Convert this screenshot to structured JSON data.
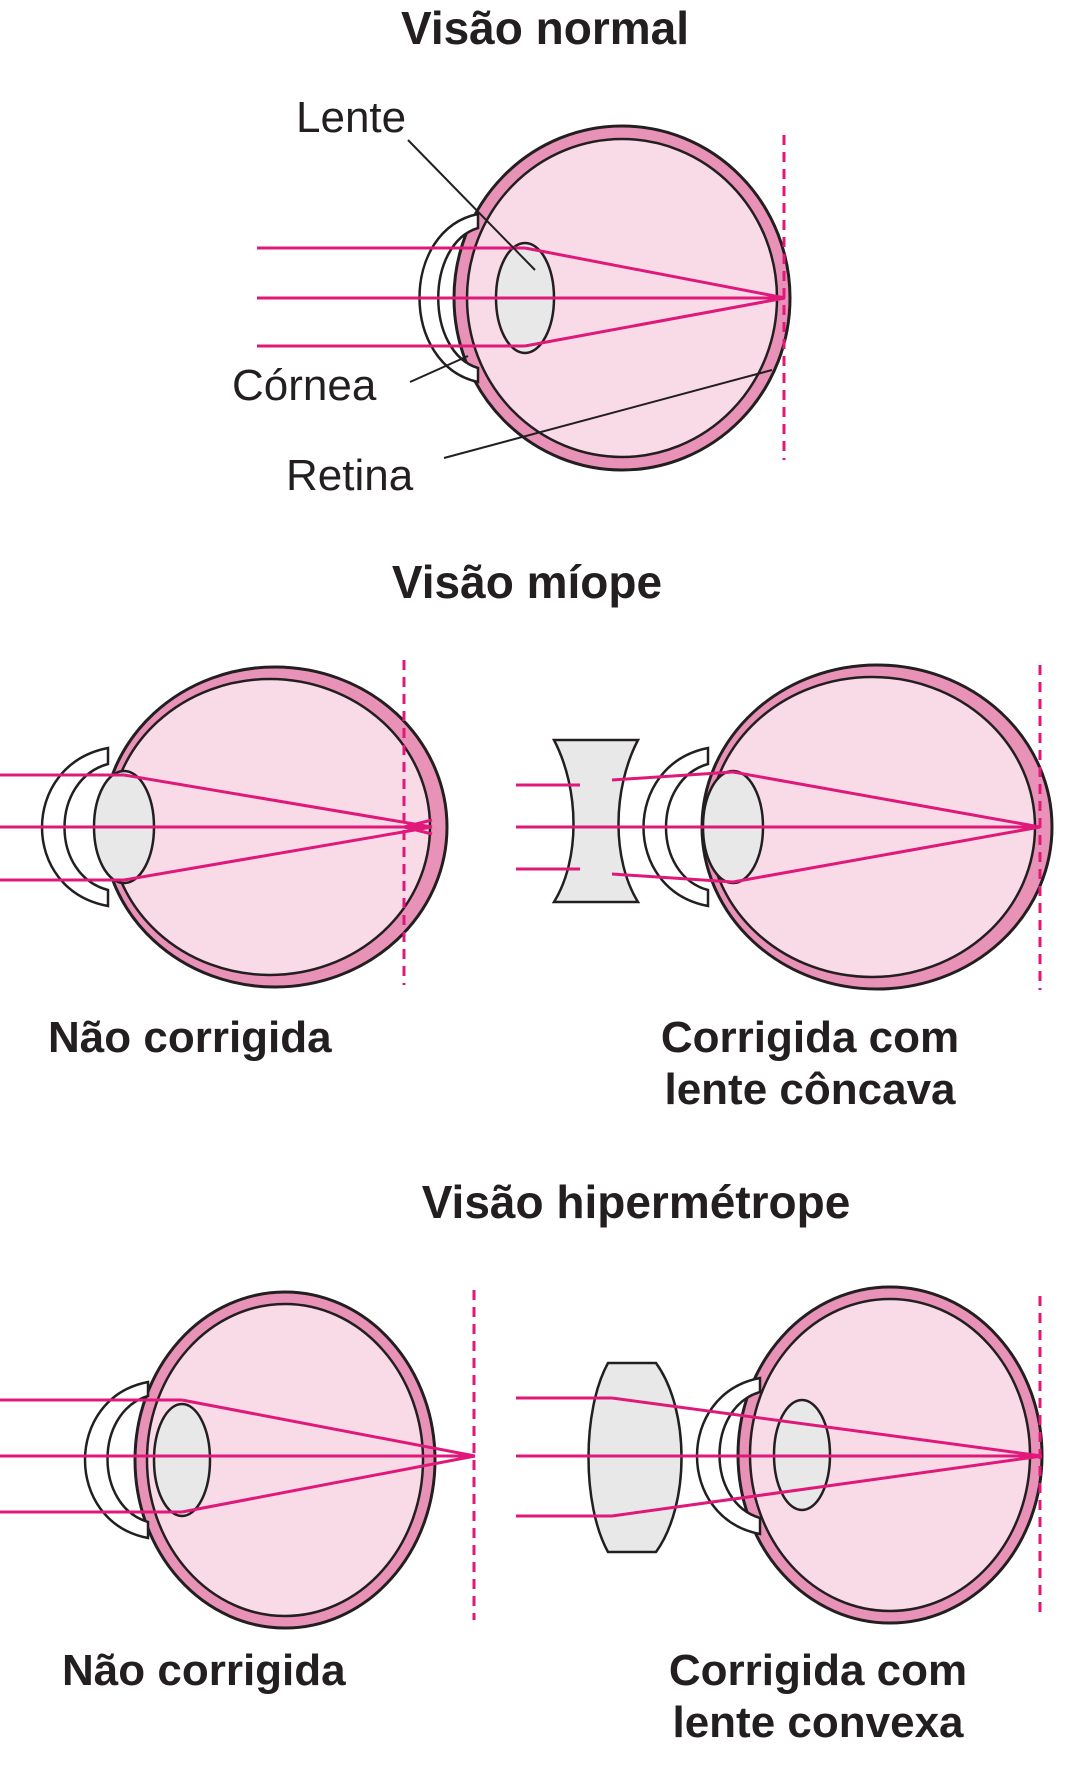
{
  "colors": {
    "sclera": "#e992b8",
    "vitreous": "#f9dbe8",
    "outline": "#231f20",
    "lens_fill": "#e8e8e8",
    "ray": "#e0187a",
    "text": "#231f20"
  },
  "normal": {
    "title": "Visão normal",
    "labels": {
      "lens": "Lente",
      "cornea": "Córnea",
      "retina": "Retina"
    }
  },
  "myopia": {
    "title": "Visão míope",
    "uncorrected_caption": "Não corrigida",
    "corrected_caption_line1": "Corrigida com",
    "corrected_caption_line2": "lente côncava",
    "corrective_lens": "concave-lens"
  },
  "hyperopia": {
    "title": "Visão hipermétrope",
    "uncorrected_caption": "Não corrigida",
    "corrected_caption_line1": "Corrigida com",
    "corrected_caption_line2": "lente convexa",
    "corrective_lens": "convex-lens"
  }
}
